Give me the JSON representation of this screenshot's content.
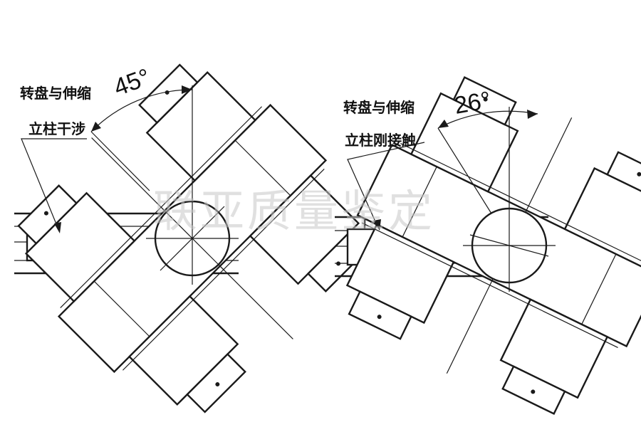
{
  "watermark": "联亚质量鉴定",
  "left_diagram": {
    "label_line1": "转盘与伸缩",
    "label_line2": "立柱干涉",
    "angle": "45°"
  },
  "right_diagram": {
    "label_line1": "转盘与伸缩",
    "label_line2": "立柱刚接触",
    "angle": "26°"
  }
}
